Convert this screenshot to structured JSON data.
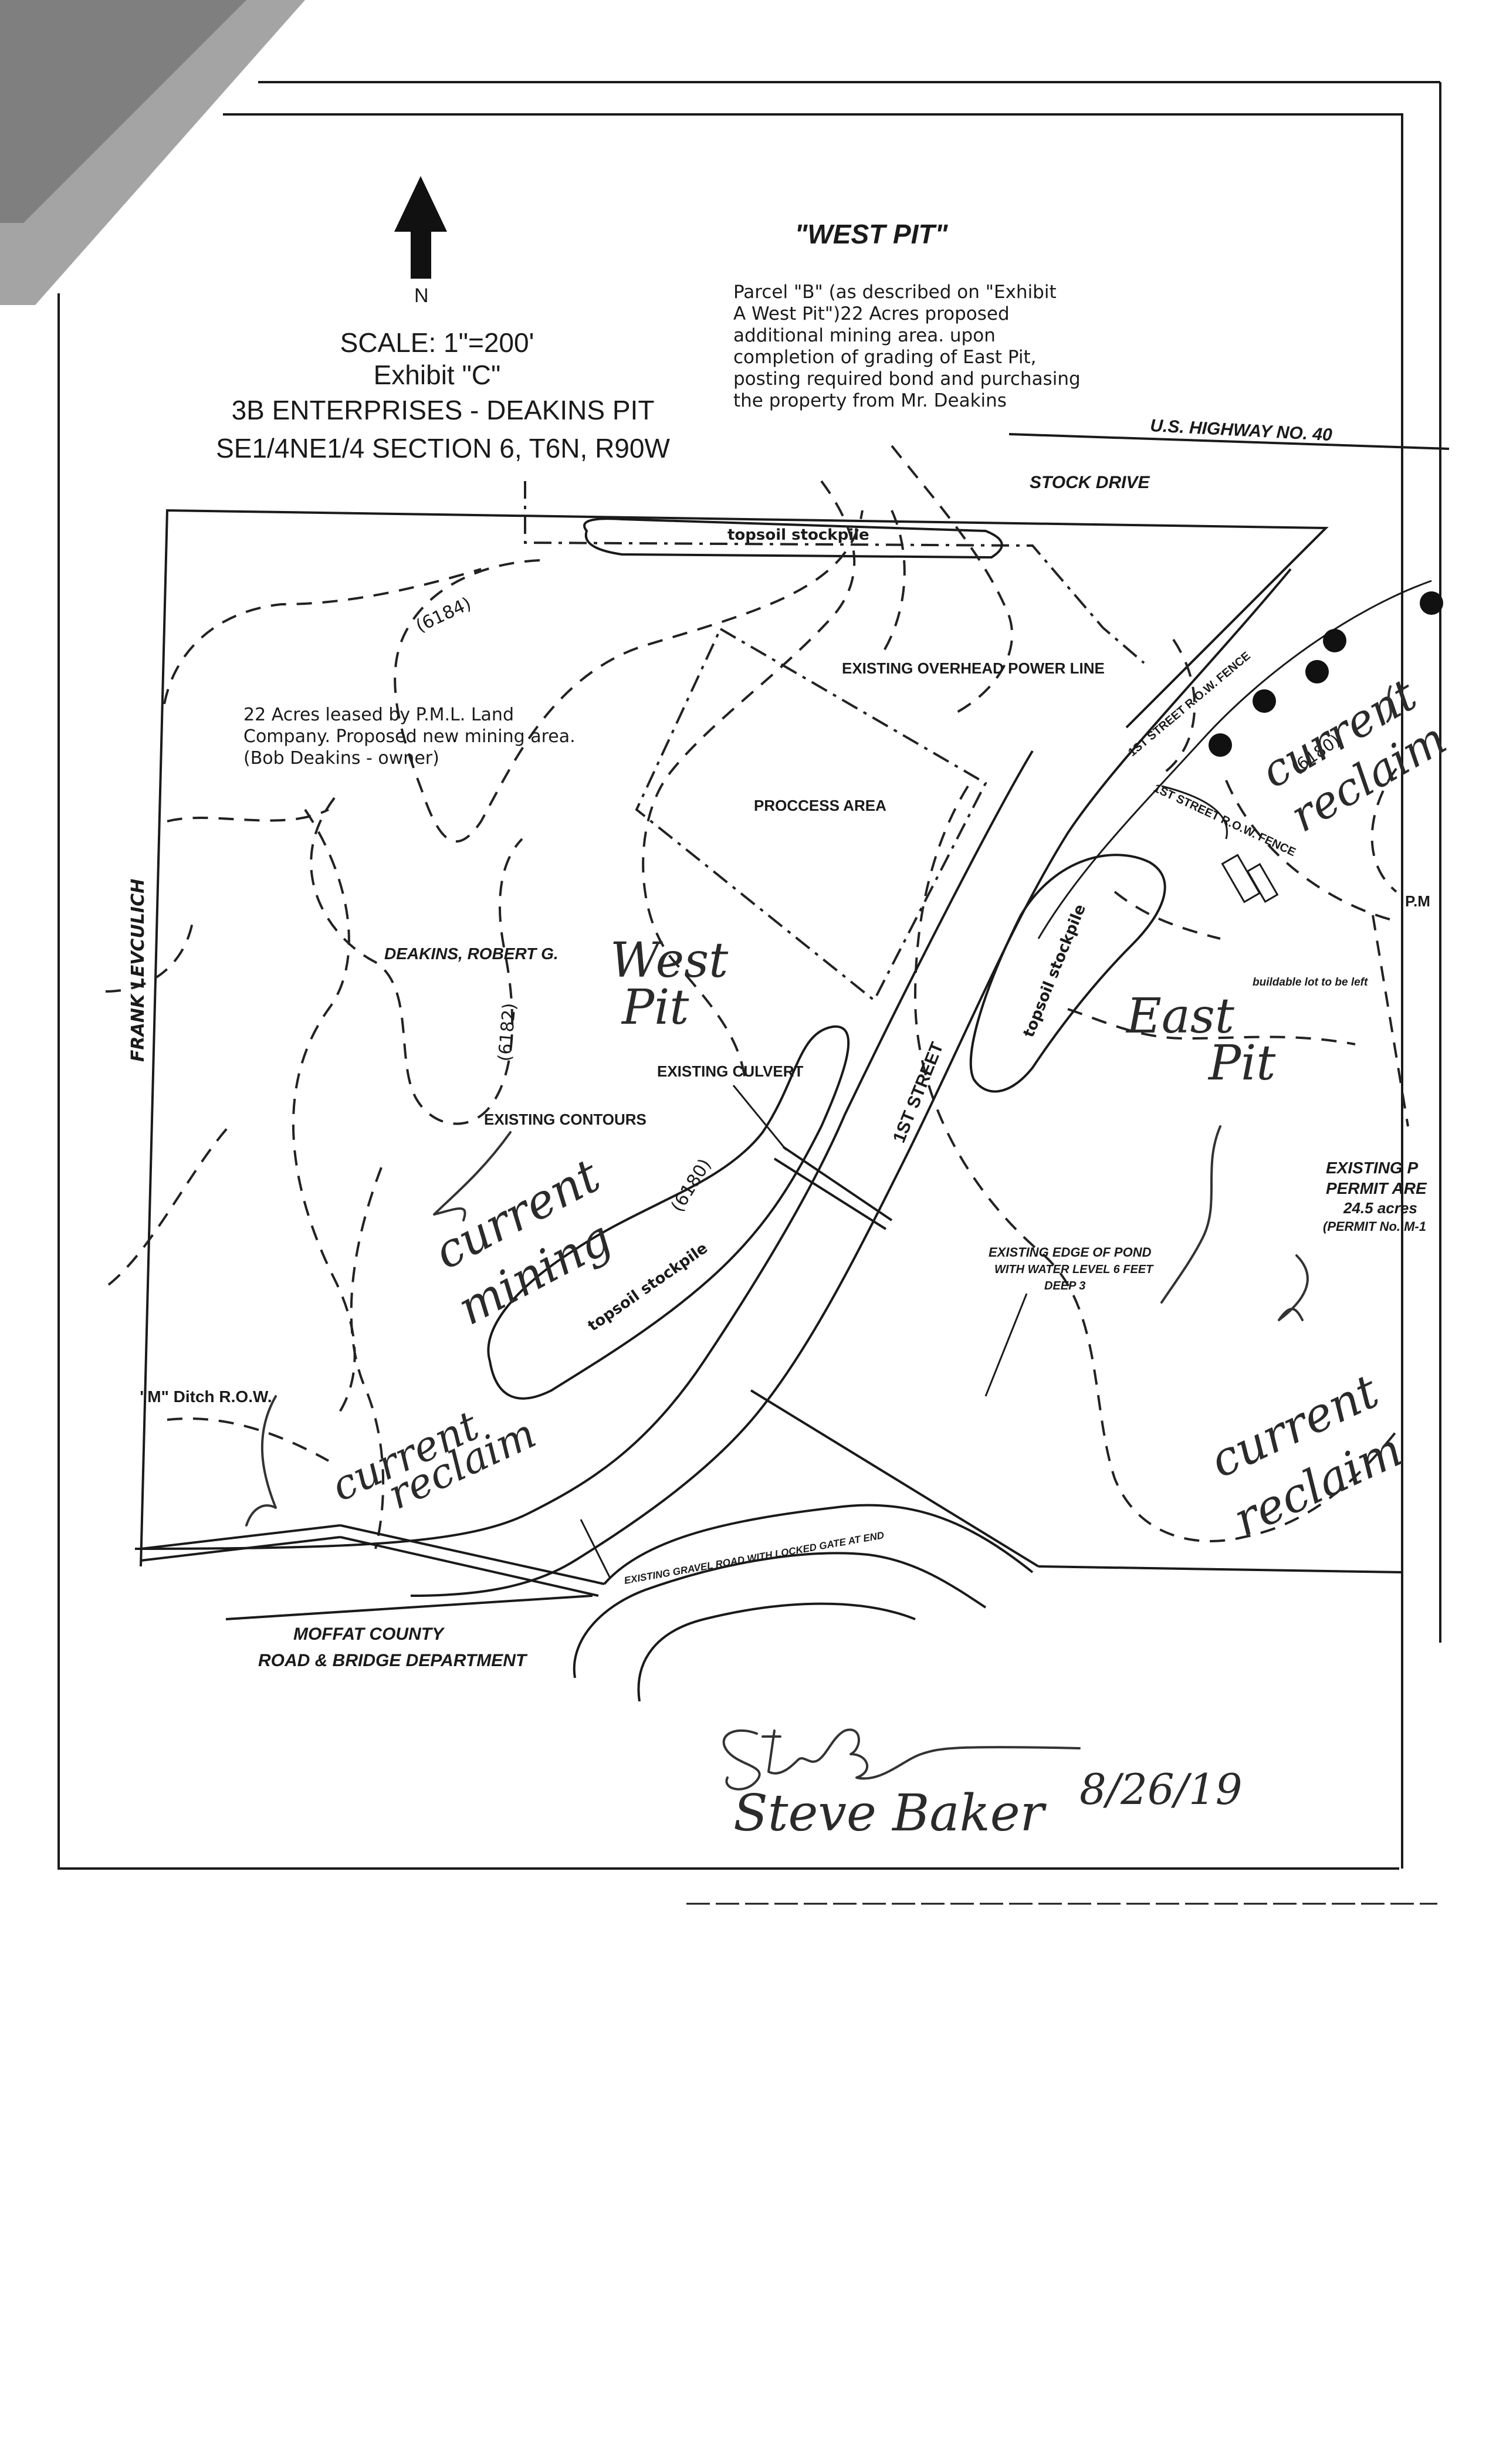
{
  "header": {
    "north": "N",
    "scale": "SCALE: 1\"=200'",
    "exhibit": "Exhibit \"C\"",
    "owner": "3B ENTERPRISES - DEAKINS PIT",
    "section": "SE1/4NE1/4 SECTION 6, T6N, R90W"
  },
  "west_pit_note": {
    "title": "\"WEST PIT\"",
    "lines": [
      "Parcel \"B\" (as described on \"Exhibit",
      "A West Pit\")22 Acres proposed",
      "additional mining area. upon",
      "completion of grading of East Pit,",
      "posting required bond and purchasing",
      "the property from Mr. Deakins"
    ]
  },
  "lease_note": {
    "lines": [
      "22 Acres leased by P.M.L. Land",
      "Company. Proposed new mining area.",
      "(Bob Deakins - owner)"
    ]
  },
  "labels": {
    "highway": "U.S. HIGHWAY NO. 40",
    "stock_drive": "STOCK DRIVE",
    "topsoil_top": "topsoil stockpile",
    "contour_6184": "(6184)",
    "power_line": "EXISTING OVERHEAD POWER LINE",
    "process_area": "PROCCESS AREA",
    "frank": "FRANK LEVCULICH",
    "deakins": "DEAKINS, ROBERT G.",
    "contour_6182": "(6182)",
    "culvert": "EXISTING CULVERT",
    "contours": "EXISTING CONTOURS",
    "first_street": "1ST STREET",
    "topsoil_west": "topsoil stockpile",
    "contour_6180_w": "(6180)",
    "topsoil_east": "topsoil stockpile",
    "contour_6180_e": "(6180)",
    "street_fence": "1ST STREET R.O.W. FENCE",
    "pm_label": "P.M",
    "buildable": "buildable lot to be left",
    "existing_permit": "EXISTING P",
    "permit_area": "PERMIT ARE",
    "acres": "24.5 acres",
    "permit_no": "(PERMIT No. M-1",
    "pond_1": "EXISTING EDGE OF POND",
    "pond_2": "WITH WATER LEVEL 6 FEET",
    "pond_3": "DEEP 3",
    "m_ditch": "\"M\" Ditch R.O.W.",
    "moffat_1": "MOFFAT COUNTY",
    "moffat_2": "ROAD & BRIDGE DEPARTMENT",
    "gravel_road": "EXISTING GRAVEL ROAD WITH LOCKED GATE AT END"
  },
  "handwritten": {
    "west_pit_1": "West",
    "west_pit_2": "Pit",
    "east_pit_1": "East",
    "east_pit_2": "Pit",
    "current_mining_1": "current",
    "current_mining_2": "mining",
    "reclaim_west_1": "current",
    "reclaim_west_2": "reclaim",
    "reclaim_ne_1": "current",
    "reclaim_ne_2": "reclaim",
    "reclaim_se_1": "current",
    "reclaim_se_2": "reclaim",
    "signature_name": "Steve Baker",
    "date": "8/26/19"
  }
}
